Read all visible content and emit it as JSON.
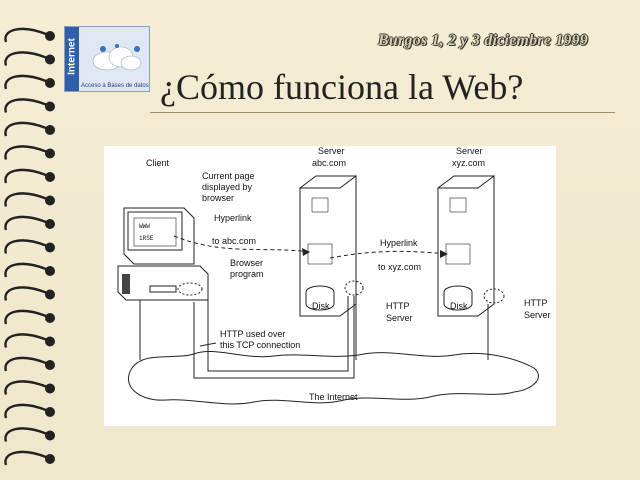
{
  "slide": {
    "date": "Burgos 1, 2 y 3 diciembre 1999",
    "title": "¿Cómo funciona la Web?"
  },
  "logo": {
    "word": "Internet",
    "tagline": "Acceso a Bases de datos"
  },
  "diagram": {
    "client_label": "Client",
    "current_page": [
      "Current page",
      "displayed by",
      "browser"
    ],
    "hyperlink1": [
      "Hyperlink",
      "to abc.com"
    ],
    "browser": [
      "Browser",
      "program"
    ],
    "server1": [
      "Server",
      "abc.com"
    ],
    "server2": [
      "Server",
      "xyz.com"
    ],
    "hyperlink2": [
      "Hyperlink",
      "to xyz.com"
    ],
    "disk": "Disk",
    "http_server": [
      "HTTP",
      "Server"
    ],
    "http_used": [
      "HTTP used over",
      "this TCP connection"
    ],
    "internet": "The Internet"
  },
  "colors": {
    "background": "#f1ead0",
    "title": "#222222",
    "logo_blue": "#2f5fa8"
  }
}
